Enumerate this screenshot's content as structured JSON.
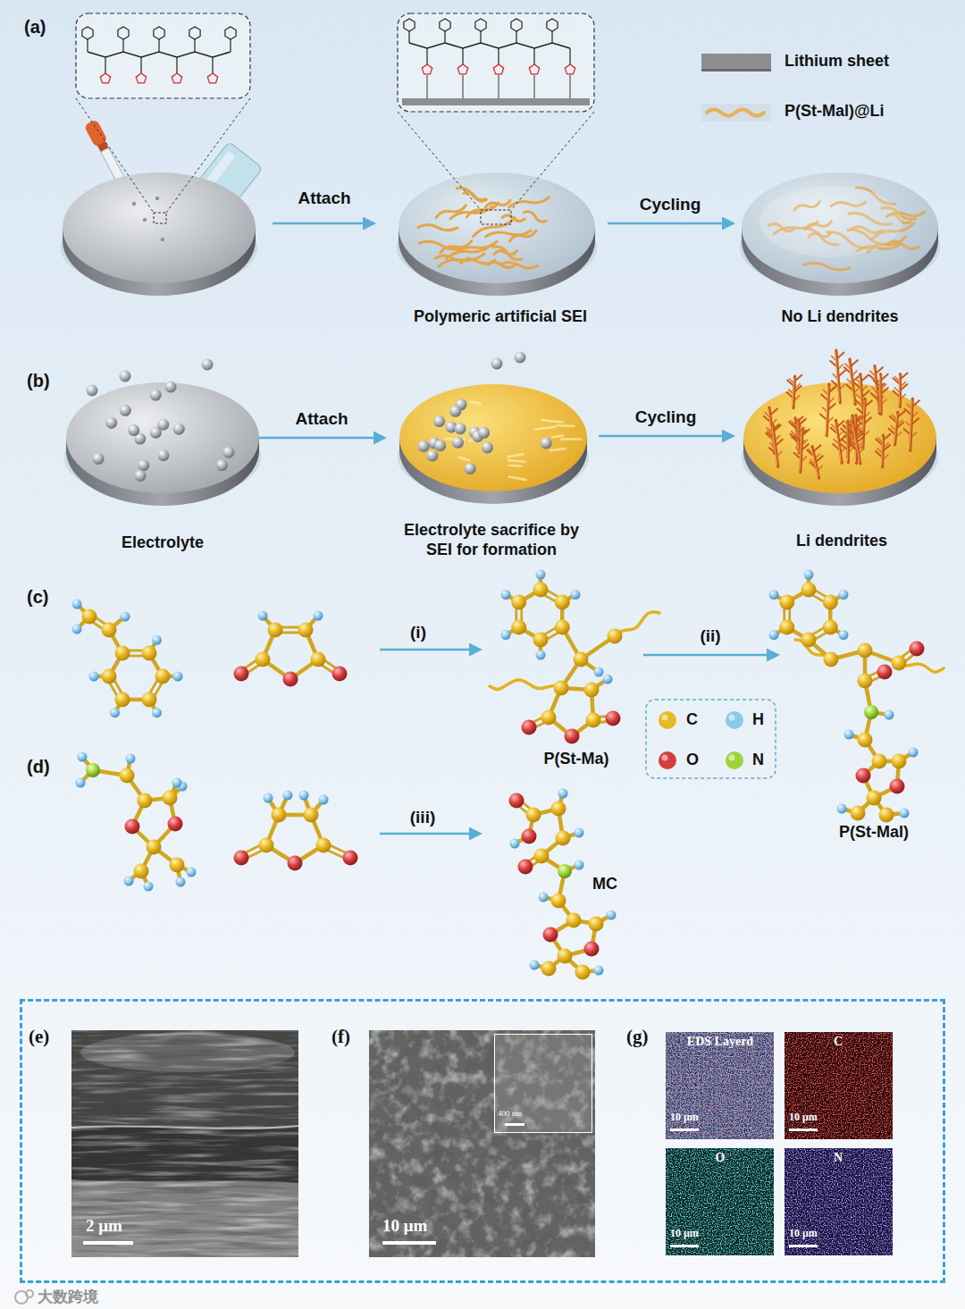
{
  "diagram": {
    "nodes": [
      {
        "text": [
          "Polymeric artificial SEI"
        ]
      },
      {
        "text": [
          "No Li dendrites"
        ]
      },
      {
        "text": [
          "Electrolyte"
        ]
      },
      {
        "text": [
          "Electrolyte sacrifice by SEI for formation"
        ]
      },
      {
        "text": [
          "Li dendrites"
        ]
      },
      {
        "text": [
          "P(St-Ma)"
        ]
      },
      {
        "text": [
          "P(St-Mal)"
        ]
      },
      {
        "text": [
          "MC"
        ]
      },
      {
        "text": [
          "(e)",
          "(f)",
          "(g)"
        ]
      },
      {
        "text": [
          "2 μm"
        ],
        "in": 8
      },
      {
        "text": [
          "10 μm"
        ],
        "in": 8
      },
      {
        "text": [
          "400 nm"
        ],
        "in": 10
      },
      {
        "text": [
          "EDS Layerd",
          "10 μm"
        ],
        "in": 8
      },
      {
        "text": [
          "C",
          "10 μm"
        ],
        "in": 8
      },
      {
        "text": [
          "O",
          "10 μm"
        ],
        "in": 8
      },
      {
        "text": [
          "N",
          "10 μm"
        ],
        "in": 8
      }
    ],
    "edges": [
      {
        "from": 0,
        "to": 1,
        "label": "Cycling",
        "arrow": "to"
      },
      {
        "from": 2,
        "to": 3,
        "label": "Attach",
        "arrow": "to"
      },
      {
        "from": 3,
        "to": 4,
        "label": "Cycling",
        "arrow": "to"
      },
      {
        "from": 5,
        "to": 6,
        "label": "(ii)",
        "arrow": "to"
      }
    ],
    "labels": [
      "(a)",
      "Attach",
      "(b)",
      "(c)",
      "(i)",
      "(d)",
      "(iii)",
      "大数跨境"
    ],
    "legend": [
      {
        "text": "Lithium sheet",
        "color": "#8e8e8e"
      },
      {
        "text": "P(St-Mal)@Li",
        "color": "#e6b15c"
      },
      {
        "text": "C",
        "color": "#e8b820"
      },
      {
        "text": "H",
        "color": "#8cc8ec"
      },
      {
        "text": "O",
        "color": "#d63c3c"
      },
      {
        "text": "N",
        "color": "#9ed43a"
      }
    ]
  }
}
